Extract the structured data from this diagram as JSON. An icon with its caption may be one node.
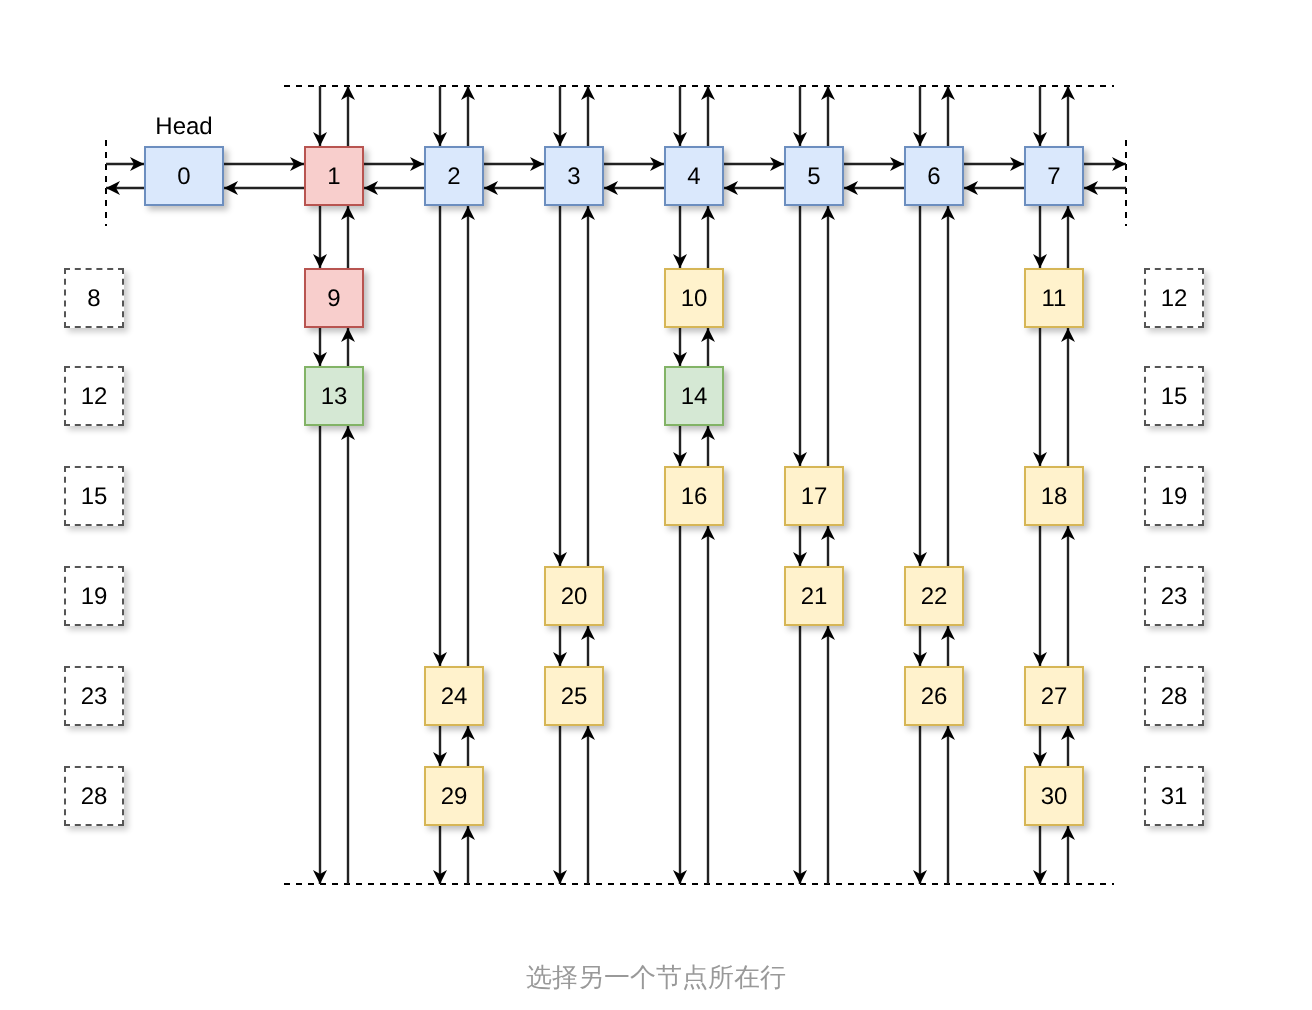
{
  "diagram": {
    "caption": "选择另一个节点所在行",
    "nodes": [
      {
        "text": [
          "0"
        ],
        "beside": [
          "Head"
        ]
      },
      {
        "text": [
          "1"
        ]
      },
      {
        "text": [
          "2"
        ]
      },
      {
        "text": [
          "3"
        ]
      },
      {
        "text": [
          "4"
        ]
      },
      {
        "text": [
          "5"
        ]
      },
      {
        "text": [
          "6"
        ]
      },
      {
        "text": [
          "7"
        ]
      },
      {
        "text": [
          "8"
        ]
      },
      {
        "text": [
          "9"
        ]
      },
      {
        "text": [
          "10"
        ]
      },
      {
        "text": [
          "11"
        ]
      },
      {
        "text": [
          "12"
        ]
      },
      {
        "text": [
          "12"
        ]
      },
      {
        "text": [
          "13"
        ]
      },
      {
        "text": [
          "14"
        ]
      },
      {
        "text": [
          "15"
        ]
      },
      {
        "text": [
          "15"
        ]
      },
      {
        "text": [
          "16"
        ]
      },
      {
        "text": [
          "17"
        ]
      },
      {
        "text": [
          "18"
        ]
      },
      {
        "text": [
          "19"
        ]
      },
      {
        "text": [
          "19"
        ]
      },
      {
        "text": [
          "20"
        ]
      },
      {
        "text": [
          "21"
        ]
      },
      {
        "text": [
          "22"
        ]
      },
      {
        "text": [
          "23"
        ]
      },
      {
        "text": [
          "23"
        ]
      },
      {
        "text": [
          "24"
        ]
      },
      {
        "text": [
          "25"
        ]
      },
      {
        "text": [
          "26"
        ]
      },
      {
        "text": [
          "27"
        ]
      },
      {
        "text": [
          "28"
        ]
      },
      {
        "text": [
          "28"
        ]
      },
      {
        "text": [
          "29"
        ]
      },
      {
        "text": [
          "30"
        ]
      },
      {
        "text": [
          "31"
        ]
      }
    ],
    "edges": [
      {
        "from": 0,
        "to": null,
        "arrow": "to"
      },
      {
        "from": null,
        "to": 0,
        "arrow": "to"
      },
      {
        "from": 0,
        "to": 1,
        "arrow": "to"
      },
      {
        "from": 1,
        "to": 0,
        "arrow": "to"
      },
      {
        "from": 1,
        "to": 2,
        "arrow": "to"
      },
      {
        "from": 2,
        "to": 1,
        "arrow": "to"
      },
      {
        "from": 2,
        "to": 3,
        "arrow": "to"
      },
      {
        "from": 3,
        "to": 2,
        "arrow": "to"
      },
      {
        "from": 3,
        "to": 4,
        "arrow": "to"
      },
      {
        "from": 4,
        "to": 3,
        "arrow": "to"
      },
      {
        "from": 4,
        "to": 5,
        "arrow": "to"
      },
      {
        "from": 5,
        "to": 4,
        "arrow": "to"
      },
      {
        "from": 5,
        "to": 6,
        "arrow": "to"
      },
      {
        "from": 6,
        "to": 5,
        "arrow": "to"
      },
      {
        "from": 6,
        "to": 7,
        "arrow": "to"
      },
      {
        "from": 7,
        "to": 6,
        "arrow": "to"
      },
      {
        "from": 7,
        "to": null,
        "arrow": "to"
      },
      {
        "from": null,
        "to": 7,
        "arrow": "to"
      },
      {
        "from": null,
        "to": 1,
        "arrow": "to"
      },
      {
        "from": 1,
        "to": null,
        "arrow": "to"
      },
      {
        "from": 1,
        "to": 9,
        "arrow": "to"
      },
      {
        "from": 9,
        "to": 1,
        "arrow": "to"
      },
      {
        "from": 9,
        "to": 14,
        "arrow": "to"
      },
      {
        "from": 14,
        "to": 9,
        "arrow": "to"
      },
      {
        "from": 14,
        "to": null,
        "arrow": "to"
      },
      {
        "from": null,
        "to": 14,
        "arrow": "to"
      },
      {
        "from": null,
        "to": 2,
        "arrow": "to"
      },
      {
        "from": 2,
        "to": null,
        "arrow": "to"
      },
      {
        "from": 2,
        "to": 28,
        "arrow": "to"
      },
      {
        "from": 28,
        "to": 2,
        "arrow": "to"
      },
      {
        "from": 28,
        "to": 34,
        "arrow": "to"
      },
      {
        "from": 34,
        "to": 28,
        "arrow": "to"
      },
      {
        "from": 34,
        "to": null,
        "arrow": "to"
      },
      {
        "from": null,
        "to": 34,
        "arrow": "to"
      },
      {
        "from": null,
        "to": 3,
        "arrow": "to"
      },
      {
        "from": 3,
        "to": null,
        "arrow": "to"
      },
      {
        "from": 3,
        "to": 23,
        "arrow": "to"
      },
      {
        "from": 23,
        "to": 3,
        "arrow": "to"
      },
      {
        "from": 23,
        "to": 29,
        "arrow": "to"
      },
      {
        "from": 29,
        "to": 23,
        "arrow": "to"
      },
      {
        "from": 29,
        "to": null,
        "arrow": "to"
      },
      {
        "from": null,
        "to": 29,
        "arrow": "to"
      },
      {
        "from": null,
        "to": 4,
        "arrow": "to"
      },
      {
        "from": 4,
        "to": null,
        "arrow": "to"
      },
      {
        "from": 4,
        "to": 10,
        "arrow": "to"
      },
      {
        "from": 10,
        "to": 4,
        "arrow": "to"
      },
      {
        "from": 10,
        "to": 15,
        "arrow": "to"
      },
      {
        "from": 15,
        "to": 10,
        "arrow": "to"
      },
      {
        "from": 15,
        "to": 18,
        "arrow": "to"
      },
      {
        "from": 18,
        "to": 15,
        "arrow": "to"
      },
      {
        "from": 18,
        "to": null,
        "arrow": "to"
      },
      {
        "from": null,
        "to": 18,
        "arrow": "to"
      },
      {
        "from": null,
        "to": 5,
        "arrow": "to"
      },
      {
        "from": 5,
        "to": null,
        "arrow": "to"
      },
      {
        "from": 5,
        "to": 19,
        "arrow": "to"
      },
      {
        "from": 19,
        "to": 5,
        "arrow": "to"
      },
      {
        "from": 19,
        "to": 24,
        "arrow": "to"
      },
      {
        "from": 24,
        "to": 19,
        "arrow": "to"
      },
      {
        "from": 24,
        "to": null,
        "arrow": "to"
      },
      {
        "from": null,
        "to": 24,
        "arrow": "to"
      },
      {
        "from": null,
        "to": 6,
        "arrow": "to"
      },
      {
        "from": 6,
        "to": null,
        "arrow": "to"
      },
      {
        "from": 6,
        "to": 25,
        "arrow": "to"
      },
      {
        "from": 25,
        "to": 6,
        "arrow": "to"
      },
      {
        "from": 25,
        "to": 30,
        "arrow": "to"
      },
      {
        "from": 30,
        "to": 25,
        "arrow": "to"
      },
      {
        "from": 30,
        "to": null,
        "arrow": "to"
      },
      {
        "from": null,
        "to": 30,
        "arrow": "to"
      },
      {
        "from": null,
        "to": 7,
        "arrow": "to"
      },
      {
        "from": 7,
        "to": null,
        "arrow": "to"
      },
      {
        "from": 7,
        "to": 11,
        "arrow": "to"
      },
      {
        "from": 11,
        "to": 7,
        "arrow": "to"
      },
      {
        "from": 11,
        "to": 20,
        "arrow": "to"
      },
      {
        "from": 20,
        "to": 11,
        "arrow": "to"
      },
      {
        "from": 20,
        "to": 31,
        "arrow": "to"
      },
      {
        "from": 31,
        "to": 20,
        "arrow": "to"
      },
      {
        "from": 31,
        "to": 35,
        "arrow": "to"
      },
      {
        "from": 35,
        "to": 31,
        "arrow": "to"
      },
      {
        "from": 35,
        "to": null,
        "arrow": "to"
      },
      {
        "from": null,
        "to": 35,
        "arrow": "to"
      }
    ]
  }
}
